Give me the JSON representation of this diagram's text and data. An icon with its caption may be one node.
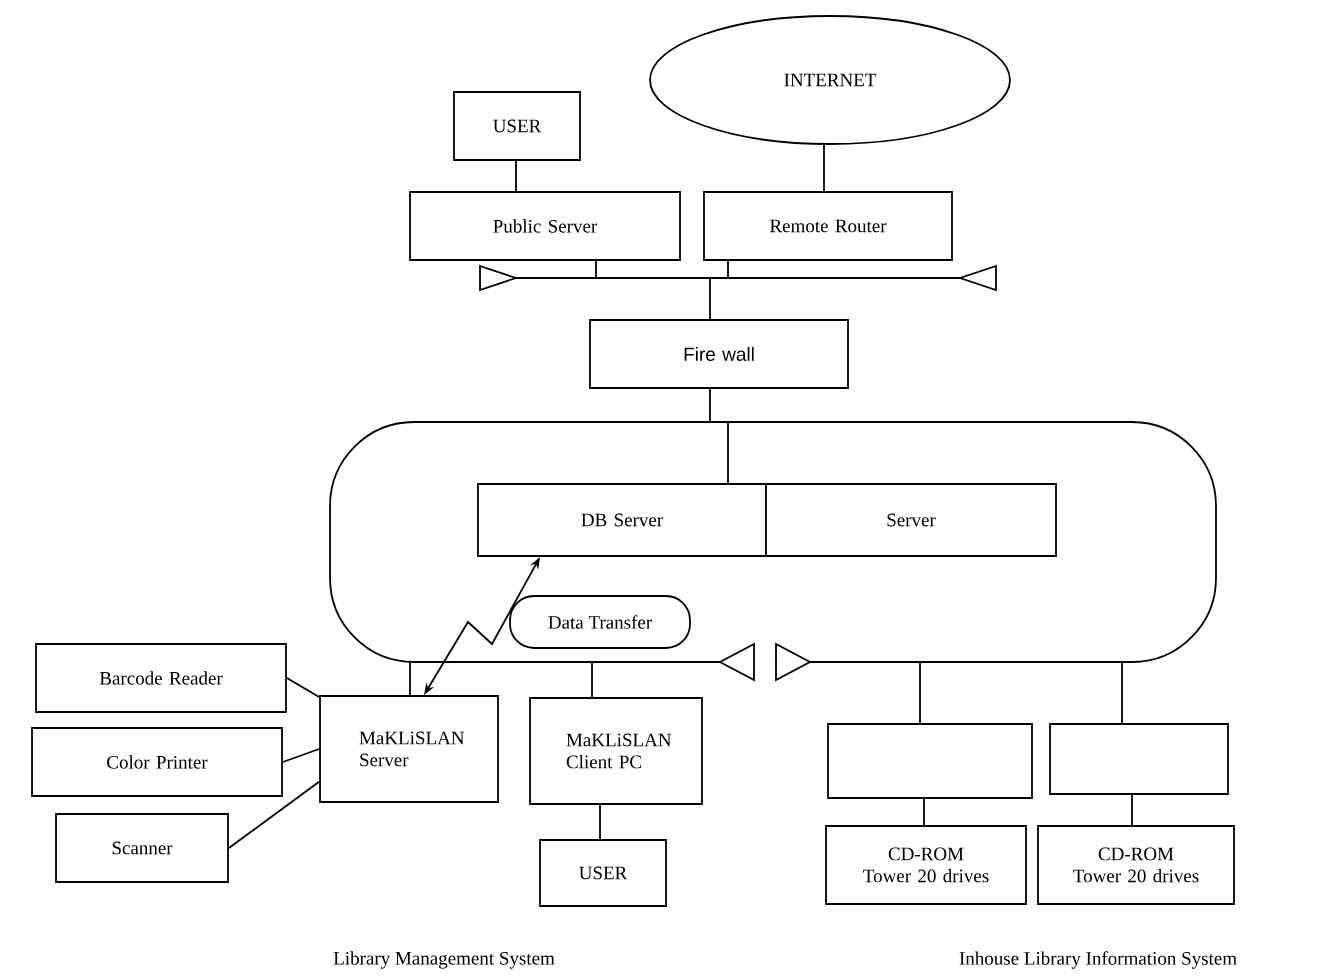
{
  "diagram": {
    "nodes": [
      {
        "text": [
          "INTERNET"
        ]
      },
      {
        "text": [
          "USER"
        ]
      },
      {
        "text": [
          "Public Server"
        ]
      },
      {
        "text": [
          "Remote Router"
        ]
      },
      {
        "text": [],
        "shape": "bar"
      },
      {
        "text": [
          "Fire wall"
        ]
      },
      {
        "text": [],
        "shape": "box"
      },
      {
        "text": [
          "DB Server"
        ],
        "in": 6
      },
      {
        "text": [
          "Server"
        ],
        "in": 6
      },
      {
        "text": [
          "Data Transfer"
        ],
        "in": 6
      },
      {
        "text": [
          "Barcode Reader"
        ]
      },
      {
        "text": [
          "MaKLiSLAN Server"
        ]
      },
      {
        "text": [
          "MaKLiSLAN Client PC"
        ]
      },
      {
        "text": [
          "Color Printer"
        ]
      },
      {
        "text": [],
        "shape": "box"
      },
      {
        "text": [],
        "shape": "box"
      },
      {
        "text": [
          "Scanner"
        ]
      },
      {
        "text": [
          "USER"
        ]
      },
      {
        "text": [
          "CD-ROM Tower 20 drives"
        ]
      },
      {
        "text": [
          "CD-ROM Tower 20 drives"
        ]
      }
    ],
    "edges": [
      {
        "from": 1,
        "to": 2,
        "arrow": "none"
      },
      {
        "from": 0,
        "to": 3,
        "arrow": "none"
      },
      {
        "from": 2,
        "to": 4,
        "arrow": "none"
      },
      {
        "from": 3,
        "to": 4,
        "arrow": "none"
      },
      {
        "from": 4,
        "to": 5,
        "arrow": "none"
      },
      {
        "from": 5,
        "to": 6,
        "arrow": "none"
      },
      {
        "from": 6,
        "to": 7,
        "arrow": "none"
      },
      {
        "from": 7,
        "to": 11,
        "arrow": "both"
      },
      {
        "from": 6,
        "to": 11,
        "arrow": "none"
      },
      {
        "from": 6,
        "to": 12,
        "arrow": "none"
      },
      {
        "from": 6,
        "to": 14,
        "arrow": "none"
      },
      {
        "from": 6,
        "to": 15,
        "arrow": "none"
      },
      {
        "from": 10,
        "to": 11,
        "arrow": "none"
      },
      {
        "from": 13,
        "to": 11,
        "arrow": "none"
      },
      {
        "from": 16,
        "to": 11,
        "arrow": "none"
      },
      {
        "from": 12,
        "to": 17,
        "arrow": "none"
      },
      {
        "from": 14,
        "to": 18,
        "arrow": "none"
      },
      {
        "from": 15,
        "to": 19,
        "arrow": "none"
      }
    ],
    "labels": [
      "Library Management System",
      "Inhouse Library Information System"
    ]
  }
}
